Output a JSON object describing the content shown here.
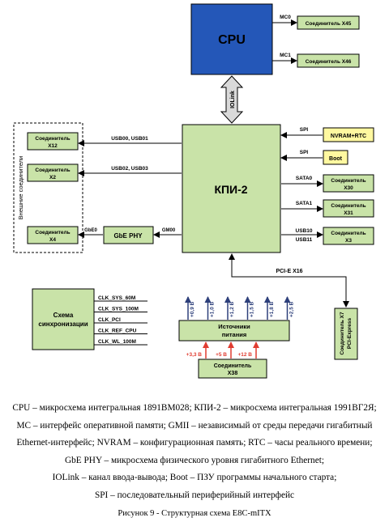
{
  "cpu": {
    "label": "CPU",
    "color": "#2457b8"
  },
  "kpi": {
    "label": "КПИ-2",
    "color": "#c9e3a8"
  },
  "iolink": {
    "label": "IOLink"
  },
  "memory": [
    {
      "bus": "MC0",
      "connector": "Соединитель X45"
    },
    {
      "bus": "MC1",
      "connector": "Соединитель X46"
    }
  ],
  "external": {
    "group_label": "Внешние соединители",
    "connectors": [
      {
        "line1": "Соединитель",
        "line2": "X12",
        "bus": "USB00, USB01"
      },
      {
        "line1": "Соединитель",
        "line2": "X2",
        "bus": "USB02, USB03"
      },
      {
        "line1": "Соединитель",
        "line2": "X4",
        "bus": "GbE0"
      }
    ]
  },
  "gbe_phy": {
    "label": "GbE PHY",
    "bus": "GM00"
  },
  "right_blocks": [
    {
      "bus": "SPI",
      "line1": "NVRAM+RTC",
      "line2": "",
      "color": "#fff8a0"
    },
    {
      "bus": "SPI",
      "line1": "Boot",
      "line2": "",
      "color": "#fff8a0"
    },
    {
      "bus": "SATA0",
      "line1": "Соединитель",
      "line2": "X30",
      "color": "#c9e3a8"
    },
    {
      "bus": "SATA1",
      "line1": "Соединитель",
      "line2": "X31",
      "color": "#c9e3a8"
    },
    {
      "bus": "USB10",
      "bus2": "USB11",
      "line1": "Соединитель",
      "line2": "X3",
      "color": "#c9e3a8"
    }
  ],
  "pcie": {
    "bus": "PCI-E X16",
    "line1": "Соединитель X7",
    "line2": "PCI-Express"
  },
  "sync": {
    "line1": "Схема",
    "line2": "синхронизации",
    "clocks": [
      "CLK_SYS_60M",
      "CLK_SYS_100M",
      "CLK_PCI",
      "CLK_REF_CPU",
      "CLK_WL_100M"
    ]
  },
  "power": {
    "line1": "Источники",
    "line2": "питания",
    "outputs": [
      "+0,9 В",
      "+1,0 В",
      "+1,2 В",
      "+1,5 В",
      "+1,8 В",
      "+2,5 В"
    ],
    "inputs": [
      "+3,3 В",
      "+5 В",
      "+12 В"
    ],
    "output_color": "#2d3f7a",
    "input_color": "#e03c31"
  },
  "x38": {
    "line1": "Соединитель",
    "line2": "X38"
  },
  "legend": [
    "CPU – микросхема интегральная 1891ВМ028; КПИ-2 – микросхема интегральная 1991ВГ2Я;",
    "MC – интерфейс оперативной памяти; GMII – независимый от среды передачи гигабитный",
    "Ethernet-интерфейс; NVRAM – конфигурационная память; RTC – часы реального времени;",
    "GbE PHY – микросхема физического уровня гигабитного Ethernet;",
    "IOLink – канал ввода-вывода; Boot – ПЗУ программы начального старта;",
    "SPI – последовательный периферийный интерфейс"
  ],
  "caption": "Рисунок 9 - Структурная схема E8C-mITX"
}
